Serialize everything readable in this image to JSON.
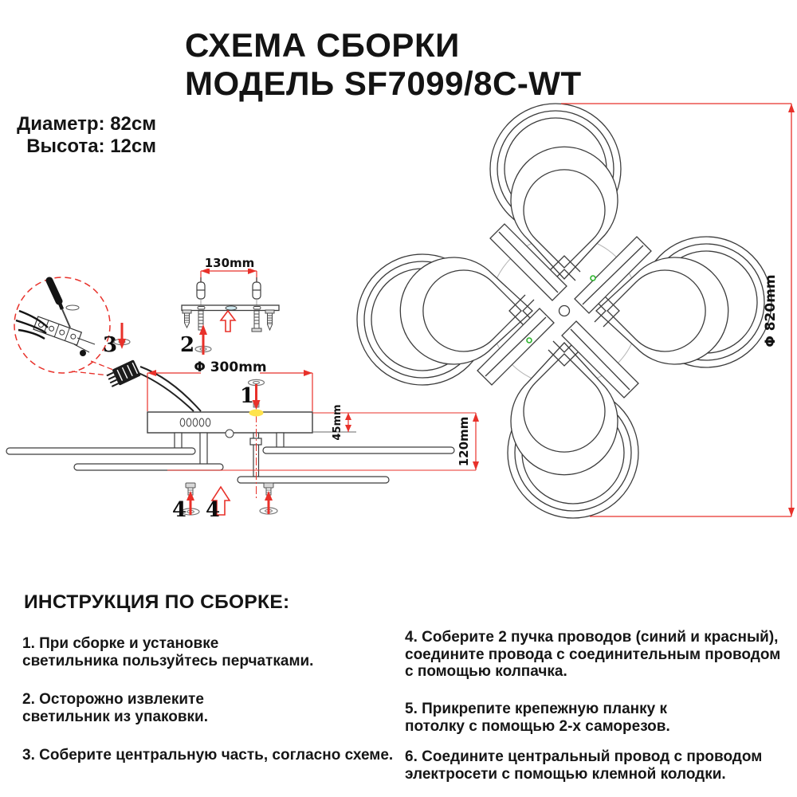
{
  "header": {
    "title": "СХЕМА СБОРКИ\nМОДЕЛЬ SF7099/8C-WT"
  },
  "specs": {
    "diameter": "Диаметр: 82см",
    "height": "Высота: 12см"
  },
  "diagram": {
    "dim_bracket_width": "130mm",
    "dim_base_diameter": "Φ 300mm",
    "dim_base_height": "45mm",
    "dim_total_height": "120mm",
    "dim_overall_diameter": "Φ 820mm",
    "part_1": "1",
    "part_2": "2",
    "part_3": "3",
    "part_4_left": "4",
    "part_4_mid": "4",
    "colors": {
      "dimension_red": "#e8312a",
      "line_dark": "#3c3c3c",
      "led_green": "#2db52d",
      "highlight_yellow": "#ffe34d",
      "slot_cyan": "#cfe8ef"
    }
  },
  "instructions": {
    "heading": "ИНСТРУКЦИЯ ПО СБОРКЕ:",
    "left_steps": [
      "1. При сборке и установке\nсветильника пользуйтесь перчатками.",
      "2. Осторожно извлеките\nсветильник из упаковки.",
      "3. Соберите центральную часть, согласно схеме."
    ],
    "right_steps": [
      "4. Соберите 2 пучка проводов (синий и красный),\nсоедините провода с соединительным проводом\nс помощью колпачка.",
      "5. Прикрепите крепежную планку к\nпотолку с помощью 2-х саморезов.",
      "6. Соедините центральный провод с проводом\nэлектросети с помощью клемной колодки."
    ]
  }
}
